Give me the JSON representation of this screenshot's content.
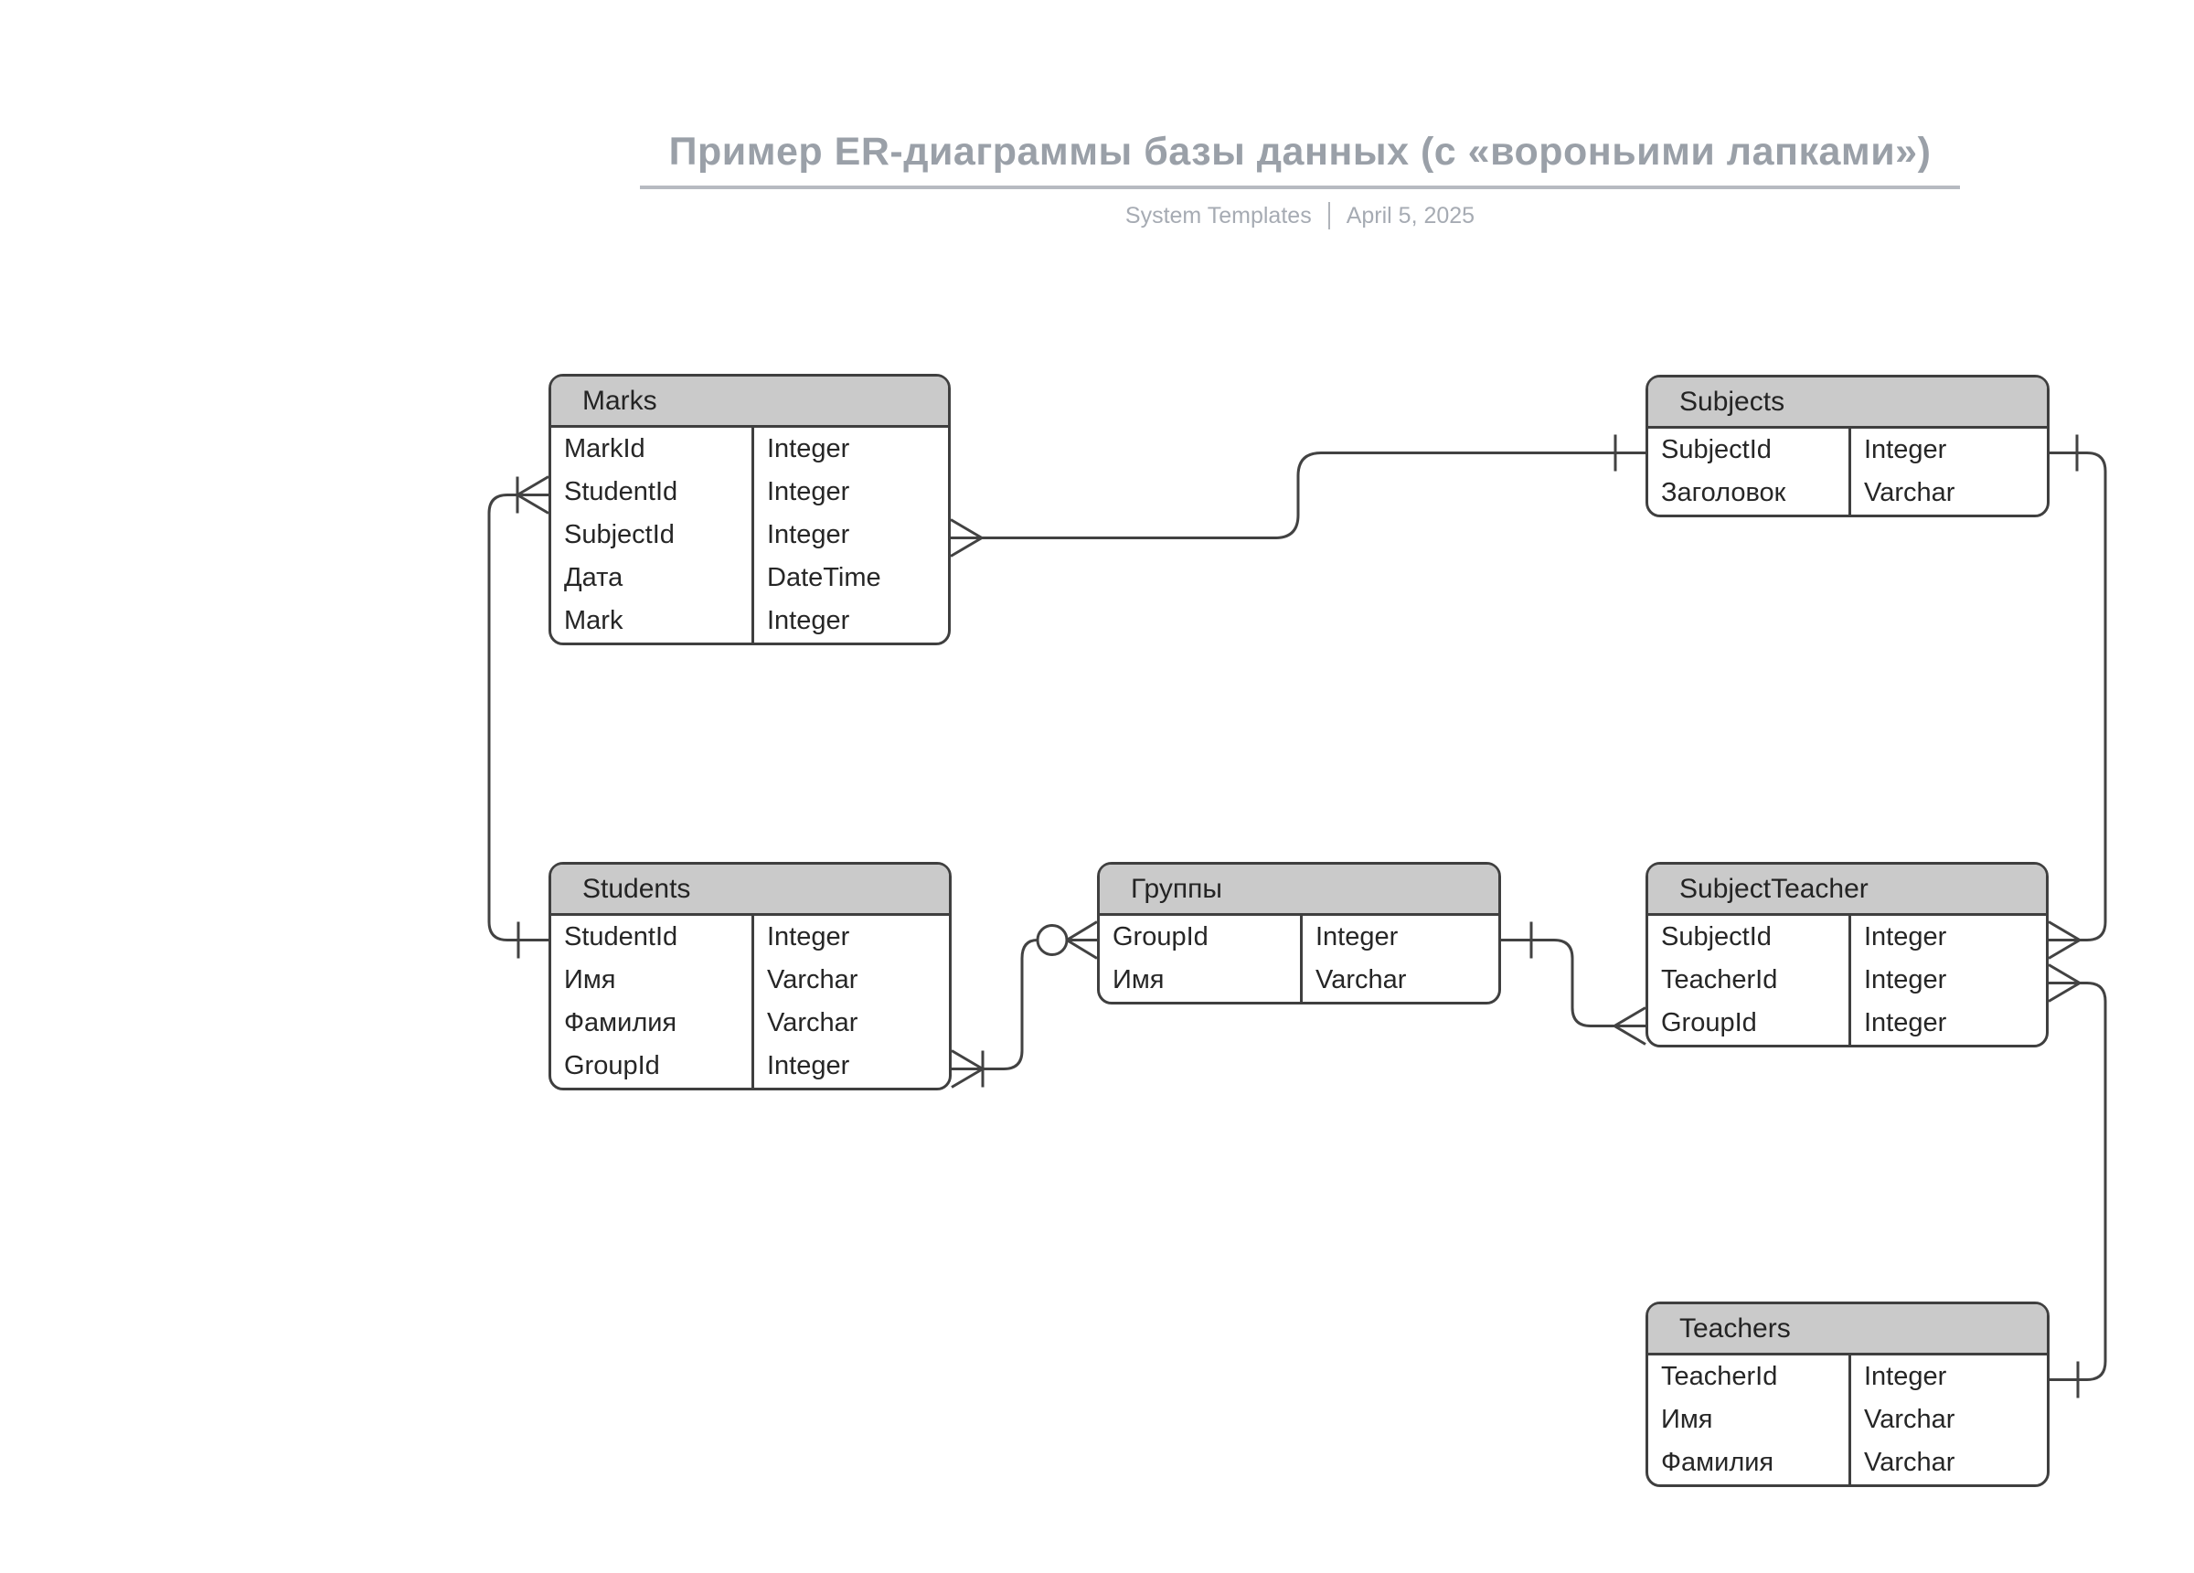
{
  "header": {
    "title": "Пример ER-диаграммы базы данных (с «вороньими лапками»)",
    "source": "System Templates",
    "date": "April 5, 2025"
  },
  "colors": {
    "entity_border": "#3f3f3f",
    "entity_header_fill": "#cacaca",
    "connector_line": "#424242",
    "title_text": "#9aa0a8",
    "subtitle_text": "#a6abb3"
  },
  "entities": {
    "marks": {
      "name": "Marks",
      "rows": [
        {
          "name": "MarkId",
          "type": "Integer"
        },
        {
          "name": "StudentId",
          "type": "Integer"
        },
        {
          "name": "SubjectId",
          "type": "Integer"
        },
        {
          "name": "Дата",
          "type": "DateTime"
        },
        {
          "name": "Mark",
          "type": "Integer"
        }
      ]
    },
    "subjects": {
      "name": "Subjects",
      "rows": [
        {
          "name": "SubjectId",
          "type": "Integer"
        },
        {
          "name": "Заголовок",
          "type": "Varchar"
        }
      ]
    },
    "students": {
      "name": "Students",
      "rows": [
        {
          "name": "StudentId",
          "type": "Integer"
        },
        {
          "name": "Имя",
          "type": "Varchar"
        },
        {
          "name": "Фамилия",
          "type": "Varchar"
        },
        {
          "name": "GroupId",
          "type": "Integer"
        }
      ]
    },
    "groups": {
      "name": "Группы",
      "rows": [
        {
          "name": "GroupId",
          "type": "Integer"
        },
        {
          "name": "Имя",
          "type": "Varchar"
        }
      ]
    },
    "subject_teacher": {
      "name": "SubjectTeacher",
      "rows": [
        {
          "name": "SubjectId",
          "type": "Integer"
        },
        {
          "name": "TeacherId",
          "type": "Integer"
        },
        {
          "name": "GroupId",
          "type": "Integer"
        }
      ]
    },
    "teachers": {
      "name": "Teachers",
      "rows": [
        {
          "name": "TeacherId",
          "type": "Integer"
        },
        {
          "name": "Имя",
          "type": "Varchar"
        },
        {
          "name": "Фамилия",
          "type": "Varchar"
        }
      ]
    }
  },
  "relationships": [
    {
      "from": "Students.StudentId",
      "to": "Marks.StudentId",
      "from_marker": "one-tick",
      "to_marker": "many-crow-with-tick"
    },
    {
      "from": "Subjects.SubjectId",
      "to": "Marks.SubjectId",
      "from_marker": "one-tick",
      "to_marker": "many-crow"
    },
    {
      "from": "Students.GroupId",
      "to": "Группы.GroupId",
      "from_marker": "many-crow-with-tick",
      "to_marker": "zero-or-many-circle-crow"
    },
    {
      "from": "Группы.GroupId",
      "to": "SubjectTeacher.GroupId",
      "from_marker": "one-tick",
      "to_marker": "many-crow"
    },
    {
      "from": "Subjects.SubjectId",
      "to": "SubjectTeacher.SubjectId",
      "from_marker": "one-tick",
      "to_marker": "many-crow"
    },
    {
      "from": "Teachers.TeacherId",
      "to": "SubjectTeacher.TeacherId",
      "from_marker": "one-tick",
      "to_marker": "many-crow"
    }
  ]
}
